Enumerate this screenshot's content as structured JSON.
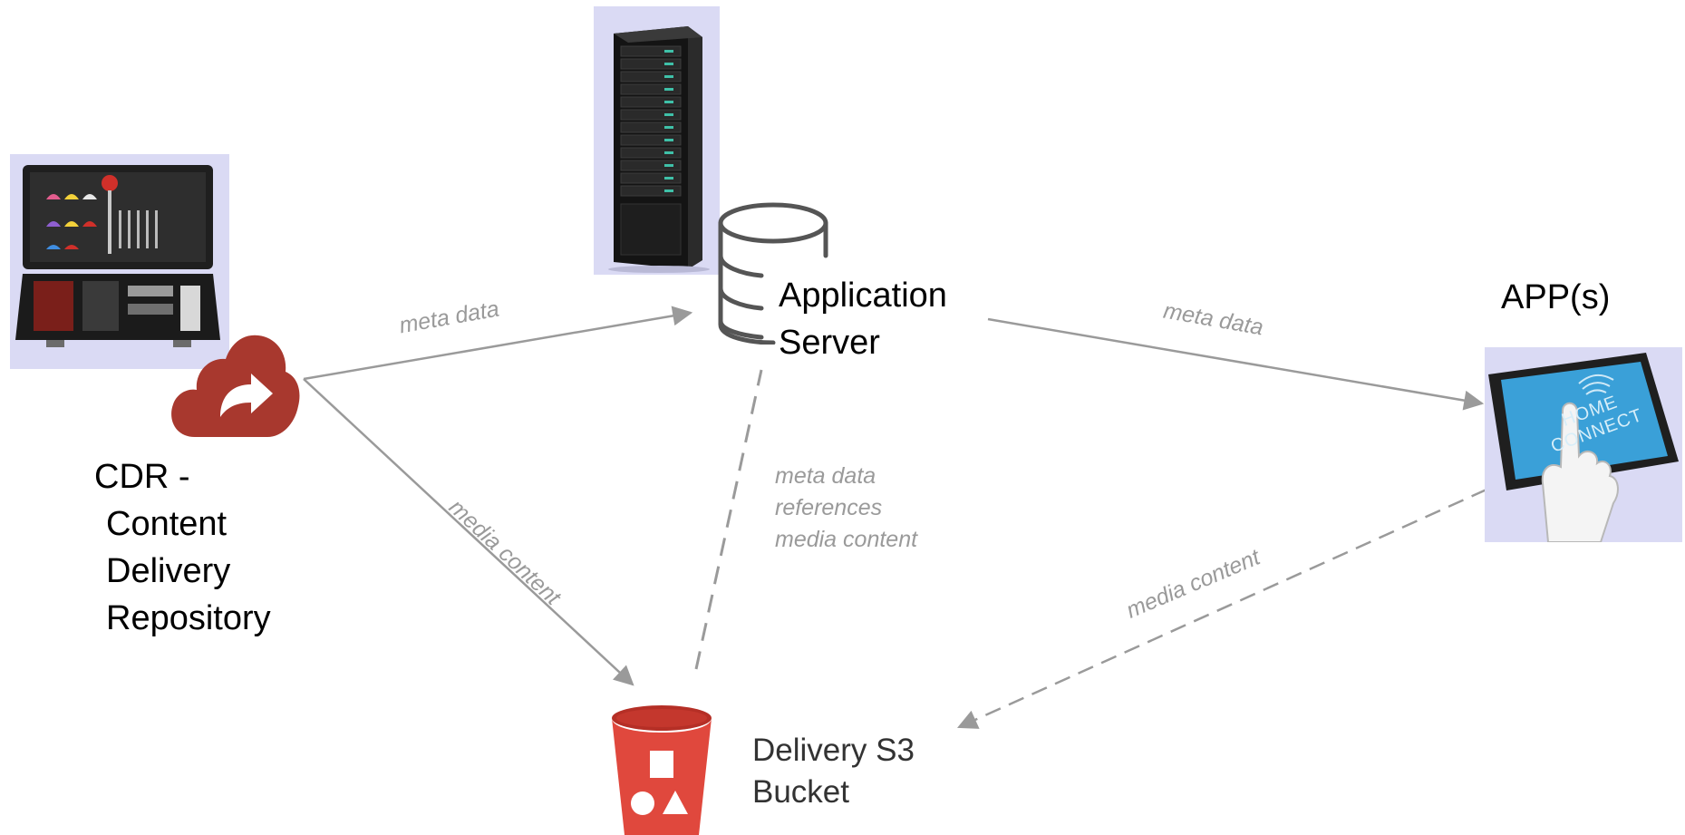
{
  "diagram": {
    "nodes": {
      "cdr": {
        "lines": [
          "CDR -",
          " Content",
          " Delivery",
          " Repository"
        ],
        "icon": "cloud-share-icon",
        "picture": "dart-case-photo"
      },
      "app_server": {
        "lines": [
          "Application",
          "Server"
        ],
        "icon": "database-icon",
        "picture": "server-rack-photo"
      },
      "apps": {
        "label": "APP(s)",
        "picture": "tablet-home-connect-photo",
        "picture_text": "HOME CONNECT"
      },
      "s3": {
        "lines": [
          "Delivery S3",
          "Bucket"
        ],
        "icon": "s3-bucket-icon"
      }
    },
    "edges": [
      {
        "from": "cdr",
        "to": "app_server",
        "label": "meta data",
        "style": "solid"
      },
      {
        "from": "app_server",
        "to": "apps",
        "label": "meta data",
        "style": "solid"
      },
      {
        "from": "cdr",
        "to": "s3",
        "label": "media content",
        "style": "solid"
      },
      {
        "from": "s3",
        "to": "app_server",
        "label_lines": [
          "meta data",
          "references",
          "media content"
        ],
        "style": "dashed"
      },
      {
        "from": "apps",
        "to": "s3",
        "label": "media content",
        "style": "dashed"
      }
    ],
    "colors": {
      "edge": "#9a9a9a",
      "edge_label": "#9a9a9a",
      "cloud": "#a8382e",
      "bucket": "#e0483d",
      "picture_bg": "#d9d9f5",
      "database_stroke": "#555555",
      "tablet_screen": "#3aa0d8"
    }
  }
}
